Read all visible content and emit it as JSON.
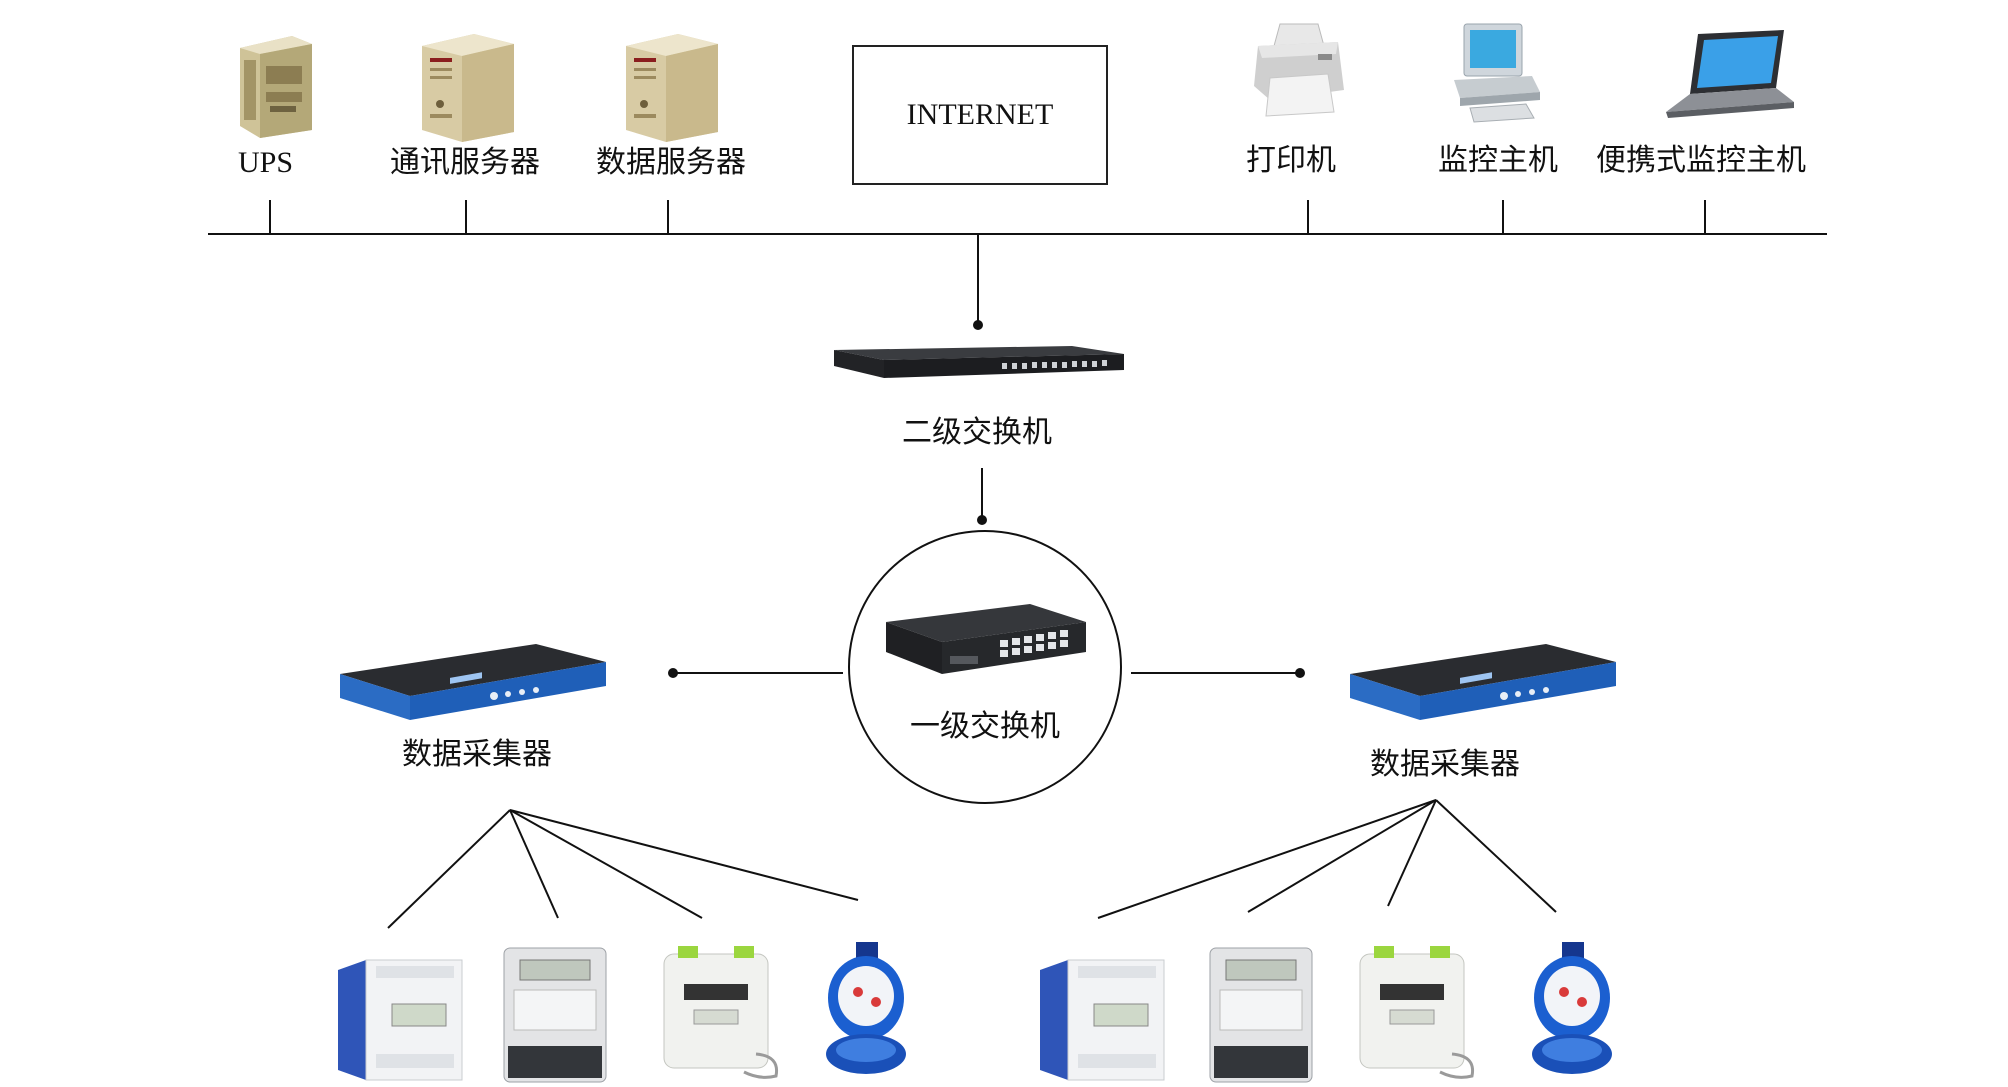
{
  "top_devices": {
    "ups": "UPS",
    "comm_server": "通讯服务器",
    "data_server": "数据服务器",
    "internet": "INTERNET",
    "printer": "打印机",
    "monitor_host": "监控主机",
    "portable_monitor": "便携式监控主机"
  },
  "switches": {
    "level2": "二级交换机",
    "level1": "一级交换机"
  },
  "collectors": {
    "left": "数据采集器",
    "right": "数据采集器"
  },
  "icons": {
    "ups": "ups-cabinet-icon",
    "server": "server-tower-icon",
    "printer": "printer-icon",
    "desktop": "desktop-computer-icon",
    "laptop": "laptop-icon",
    "rack_switch": "rack-switch-icon",
    "desktop_switch": "desktop-switch-icon",
    "collector": "data-collector-icon",
    "electric_meter": "electric-meter-icon",
    "gas_meter": "gas-meter-icon",
    "water_meter": "water-meter-icon"
  },
  "colors": {
    "line": "#111111",
    "collector_blue": "#2b6cc4",
    "water_meter_blue": "#1b5fd0",
    "server_beige": "#dccfa8"
  }
}
